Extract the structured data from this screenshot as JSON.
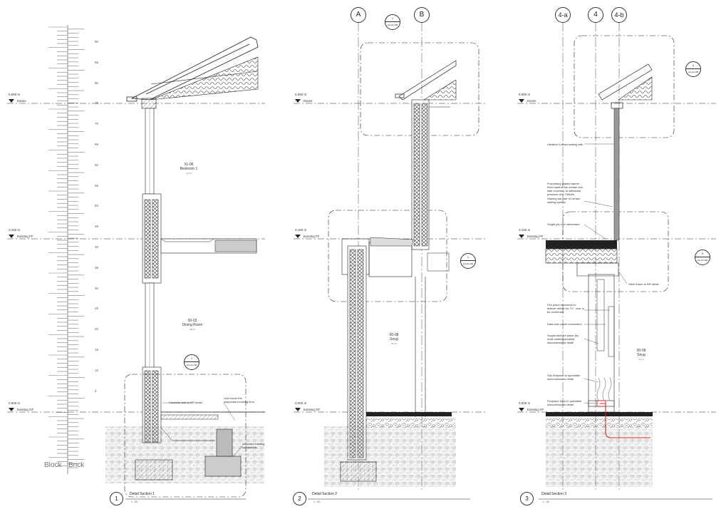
{
  "levels": {
    "eaves": "Eaves",
    "first_floor": "Existing FF",
    "ground_floor": "Existing GF"
  },
  "level_values": {
    "eaves": "5.650 m",
    "first_floor": "3.150 m",
    "ground_floor": "0.000 m"
  },
  "scale_bar": {
    "numbers": [
      "90",
      "85",
      "80",
      "75",
      "70",
      "65",
      "60",
      "55",
      "50",
      "45",
      "40",
      "35",
      "30",
      "25",
      "20",
      "15",
      "10",
      "5"
    ],
    "left_label": "Block",
    "right_label": "Brick"
  },
  "sections": [
    {
      "number": "1",
      "title": "Detail Section 1",
      "scale": "1 : 20"
    },
    {
      "number": "2",
      "title": "Detail Section 2",
      "scale": "1 : 20"
    },
    {
      "number": "3",
      "title": "Detail Section 3",
      "scale": "1 : 20"
    }
  ],
  "grids": [
    "A",
    "B",
    "4-a",
    "4",
    "4-b"
  ],
  "detail_tags": [
    {
      "number": "1",
      "ref": "AA-21-100"
    },
    {
      "number": "1",
      "ref": "AA-21-100"
    },
    {
      "number": "1",
      "ref": "AA-21-100"
    },
    {
      "number": "4",
      "ref": "AA-21-300"
    },
    {
      "number": "3",
      "ref": "AA-21-300"
    }
  ],
  "rooms": [
    {
      "code": "01-06",
      "name": "Bedroom 1",
      "area": "12 m²"
    },
    {
      "code": "00-03",
      "name": "Dining Room",
      "area": "25 m²"
    },
    {
      "code": "00-08",
      "name": "Snug",
      "area": "21 m²"
    },
    {
      "code": "00-08",
      "name": "Snug",
      "area": "21 m²"
    }
  ],
  "annotations": {
    "s1_concrete": "Concrete slab to RR detail",
    "s1_void": "Void under the suspended existing floor",
    "s1_footing": "Assumed existing foundations",
    "s3_curtain": "Ultraline Curtain walling with",
    "s3_barrier": "Proprietary glazed barrier fixed back to the curtain and slab covering, to withstand pressure of 0.74kN/m",
    "s3_glazing": "Glazing bar part of curtain walling system",
    "s3_membrane": "Single ply roof membrane",
    "s3_steel": "Steel frame to RR detail",
    "s3_fireplace": "Fire place enclosure to feature rebate for TV - size to be confirmed",
    "s3_data": "Data and power connection",
    "s3_suspended": "Suspended fire place (by multi-crafts/specialist) subcontractors detail",
    "s3_gas": "Gas fireplace to specialist subcontractors detail",
    "s3_flue": "Fireplace flues to specialist subcontractors detail"
  }
}
